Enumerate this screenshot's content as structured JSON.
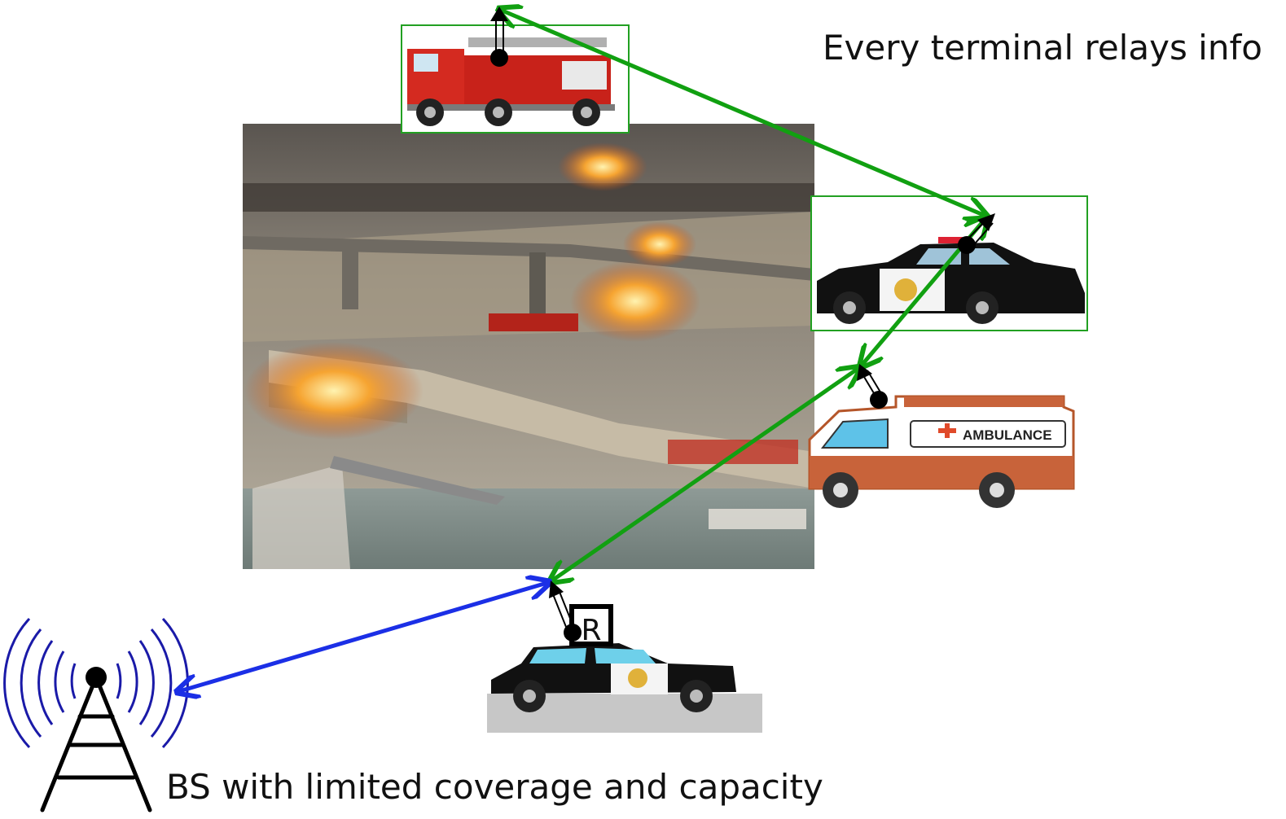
{
  "captions": {
    "top": "Every terminal relays info",
    "bottom": "BS with limited coverage and capacity"
  },
  "labels": {
    "relay_marker": "R",
    "ambulance_text": "AMBULANCE"
  },
  "colors": {
    "relay_link": "#11a011",
    "bs_link": "#1b2fe6",
    "antenna": "#1a1aa8",
    "frame": "#22a022"
  },
  "icons": [
    "fire-truck-icon",
    "police-car-icon",
    "ambulance-icon",
    "relay-police-car-icon",
    "base-station-tower-icon",
    "disaster-scene-image"
  ]
}
